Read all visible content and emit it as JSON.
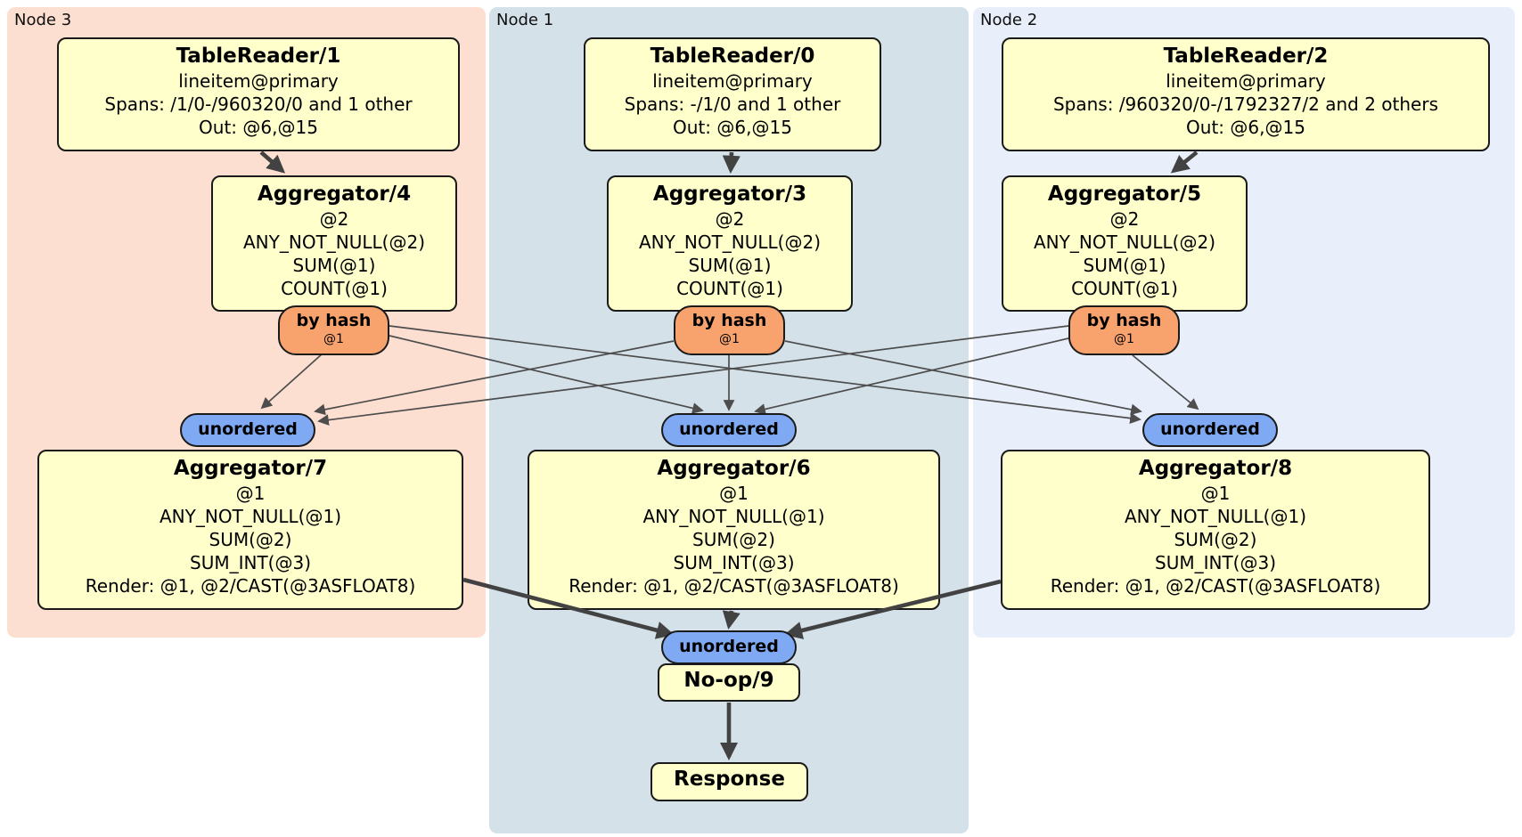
{
  "regions": [
    {
      "id": "node3",
      "label": "Node 3",
      "color": "#fcdfd0"
    },
    {
      "id": "node1",
      "label": "Node 1",
      "color": "#d4e1e9"
    },
    {
      "id": "node2",
      "label": "Node 2",
      "color": "#e9effa"
    }
  ],
  "processors": {
    "tablereader1": {
      "title": "TableReader/1",
      "details": [
        "lineitem@primary",
        "Spans: /1/0-/960320/0 and 1 other",
        "Out: @6,@15"
      ]
    },
    "tablereader0": {
      "title": "TableReader/0",
      "details": [
        "lineitem@primary",
        "Spans: -/1/0 and 1 other",
        "Out: @6,@15"
      ]
    },
    "tablereader2": {
      "title": "TableReader/2",
      "details": [
        "lineitem@primary",
        "Spans: /960320/0-/1792327/2 and 2 others",
        "Out: @6,@15"
      ]
    },
    "aggregator4": {
      "title": "Aggregator/4",
      "details": [
        "@2",
        "ANY_NOT_NULL(@2)",
        "SUM(@1)",
        "COUNT(@1)"
      ]
    },
    "aggregator3": {
      "title": "Aggregator/3",
      "details": [
        "@2",
        "ANY_NOT_NULL(@2)",
        "SUM(@1)",
        "COUNT(@1)"
      ]
    },
    "aggregator5": {
      "title": "Aggregator/5",
      "details": [
        "@2",
        "ANY_NOT_NULL(@2)",
        "SUM(@1)",
        "COUNT(@1)"
      ]
    },
    "aggregator7": {
      "title": "Aggregator/7",
      "details": [
        "@1",
        "ANY_NOT_NULL(@1)",
        "SUM(@2)",
        "SUM_INT(@3)",
        "Render: @1, @2/CAST(@3ASFLOAT8)"
      ]
    },
    "aggregator6": {
      "title": "Aggregator/6",
      "details": [
        "@1",
        "ANY_NOT_NULL(@1)",
        "SUM(@2)",
        "SUM_INT(@3)",
        "Render: @1, @2/CAST(@3ASFLOAT8)"
      ]
    },
    "aggregator8": {
      "title": "Aggregator/8",
      "details": [
        "@1",
        "ANY_NOT_NULL(@1)",
        "SUM(@2)",
        "SUM_INT(@3)",
        "Render: @1, @2/CAST(@3ASFLOAT8)"
      ]
    },
    "noop9": {
      "title": "No-op/9"
    },
    "response": {
      "title": "Response"
    }
  },
  "router": {
    "label": "by hash",
    "key": "@1"
  },
  "stream": {
    "label": "unordered"
  },
  "edges": [
    {
      "from": "TableReader/1",
      "to": "Aggregator/4",
      "weight": "thick"
    },
    {
      "from": "TableReader/0",
      "to": "Aggregator/3",
      "weight": "thick"
    },
    {
      "from": "TableReader/2",
      "to": "Aggregator/5",
      "weight": "thick"
    },
    {
      "from": "Aggregator/4 by hash",
      "to": "Aggregator/7 unordered",
      "weight": "thin"
    },
    {
      "from": "Aggregator/4 by hash",
      "to": "Aggregator/6 unordered",
      "weight": "thin"
    },
    {
      "from": "Aggregator/4 by hash",
      "to": "Aggregator/8 unordered",
      "weight": "thin"
    },
    {
      "from": "Aggregator/3 by hash",
      "to": "Aggregator/7 unordered",
      "weight": "thin"
    },
    {
      "from": "Aggregator/3 by hash",
      "to": "Aggregator/6 unordered",
      "weight": "thin"
    },
    {
      "from": "Aggregator/3 by hash",
      "to": "Aggregator/8 unordered",
      "weight": "thin"
    },
    {
      "from": "Aggregator/5 by hash",
      "to": "Aggregator/7 unordered",
      "weight": "thin"
    },
    {
      "from": "Aggregator/5 by hash",
      "to": "Aggregator/6 unordered",
      "weight": "thin"
    },
    {
      "from": "Aggregator/5 by hash",
      "to": "Aggregator/8 unordered",
      "weight": "thin"
    },
    {
      "from": "Aggregator/7",
      "to": "No-op/9 unordered",
      "weight": "thick"
    },
    {
      "from": "Aggregator/6",
      "to": "No-op/9 unordered",
      "weight": "thick"
    },
    {
      "from": "Aggregator/8",
      "to": "No-op/9 unordered",
      "weight": "thick"
    },
    {
      "from": "No-op/9",
      "to": "Response",
      "weight": "thick"
    }
  ],
  "colors": {
    "box_fill": "#ffffcc",
    "router_fill": "#f8a36e",
    "stream_fill": "#7fa9f2",
    "edge_thin": "#4d4d4d",
    "edge_thick": "#424242"
  }
}
